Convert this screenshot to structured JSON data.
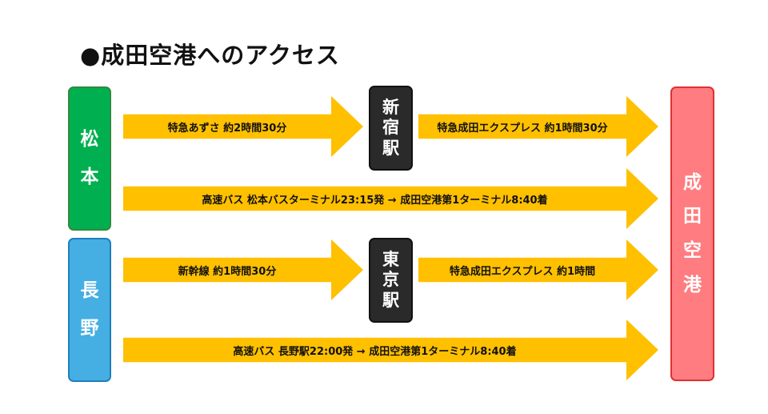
{
  "title": "●成田空港へのアクセス",
  "origins": {
    "matsumoto": [
      "松",
      "本"
    ],
    "nagano": [
      "長",
      "野"
    ]
  },
  "stations": {
    "shinjuku": [
      "新",
      "宿",
      "駅"
    ],
    "tokyo": [
      "東",
      "京",
      "駅"
    ]
  },
  "destination": [
    "成",
    "田",
    "空",
    "港"
  ],
  "routes": {
    "matsumoto_shinjuku": "特急あずさ 約2時間30分",
    "shinjuku_narita": "特急成田エクスプレス 約1時間30分",
    "matsumoto_bus": "高速バス 松本バスターミナル23:15発 → 成田空港第1ターミナル8:40着",
    "nagano_tokyo": "新幹線 約1時間30分",
    "tokyo_narita": "特急成田エクスプレス 約1時間",
    "nagano_bus": "高速バス 長野駅22:00発 → 成田空港第1ターミナル8:40着"
  },
  "colors": {
    "matsumoto": "#00b050",
    "nagano": "#45aee2",
    "station": "#2a2a2a",
    "destination": "#ff7c80",
    "arrow": "#ffc000"
  }
}
